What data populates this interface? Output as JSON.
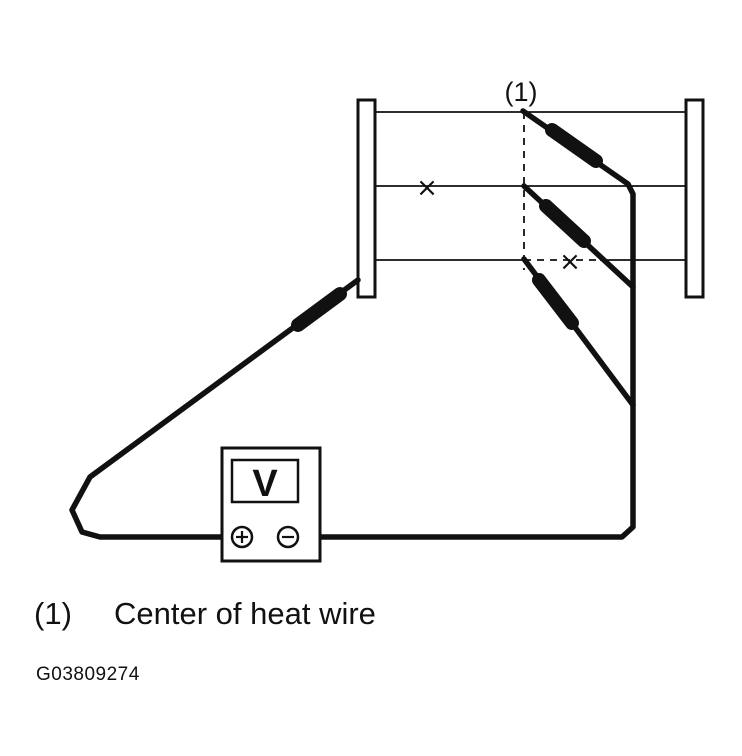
{
  "callout": {
    "label": "(1)"
  },
  "meter": {
    "symbol": "V",
    "plus_symbol": "+",
    "minus_symbol": "−"
  },
  "marks": {
    "break_symbol": "×"
  },
  "legend": [
    {
      "number": "(1)",
      "text": "Center of heat wire"
    }
  ],
  "figure_id": "G03809274"
}
